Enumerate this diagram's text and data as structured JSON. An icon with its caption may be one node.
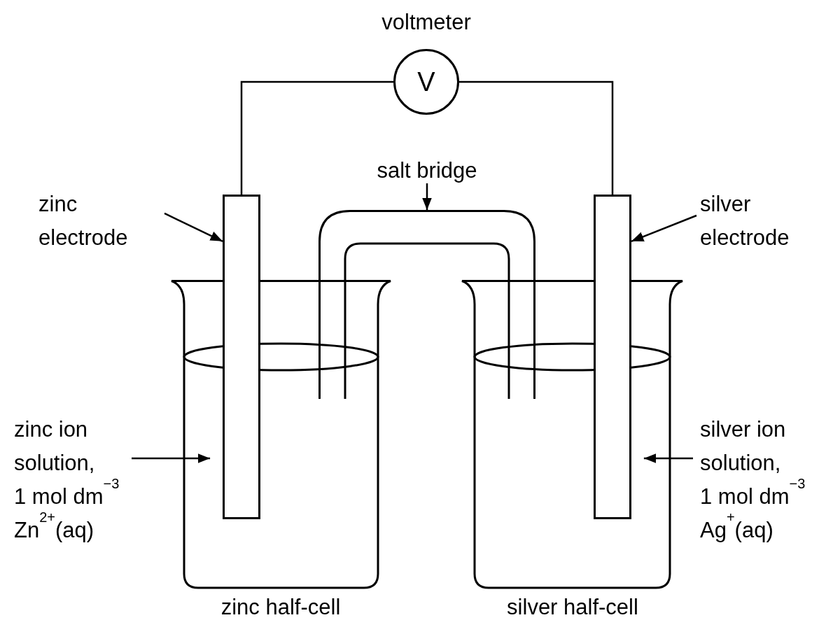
{
  "diagram": {
    "nodes": [
      {
        "text": [
          "V"
        ],
        "beside": [
          "voltmeter"
        ]
      },
      {
        "text": [
          "zinc electrode"
        ]
      },
      {
        "text": [],
        "shape": "bar"
      },
      {
        "text": [
          "silver electrode"
        ]
      },
      {
        "text": [],
        "shape": "bar"
      },
      {
        "text": [
          "salt bridge"
        ]
      },
      {
        "text": [],
        "shape": "tube"
      },
      {
        "text": [
          "zinc ion solution,",
          "1 mol dm$^{−3}$",
          "Zn$^{2+}$(aq)"
        ]
      },
      {
        "text": [],
        "shape": "beaker"
      },
      {
        "text": [
          "silver ion solution,",
          "1 mol dm$^{−3}$",
          "Ag$^{+}$(aq)"
        ]
      },
      {
        "text": [],
        "shape": "beaker"
      }
    ],
    "edges": [
      {
        "from": 0,
        "to": 2,
        "arrow": "none"
      },
      {
        "from": 0,
        "to": 4,
        "arrow": "none"
      },
      {
        "from": 1,
        "to": 2,
        "arrow": "to"
      },
      {
        "from": 3,
        "to": 4,
        "arrow": "to"
      },
      {
        "from": 5,
        "to": 6,
        "arrow": "to"
      },
      {
        "from": 7,
        "to": 8,
        "arrow": "to"
      },
      {
        "from": 9,
        "to": 10,
        "arrow": "to"
      }
    ],
    "labels": [
      "zinc half-cell",
      "silver half-cell"
    ]
  }
}
